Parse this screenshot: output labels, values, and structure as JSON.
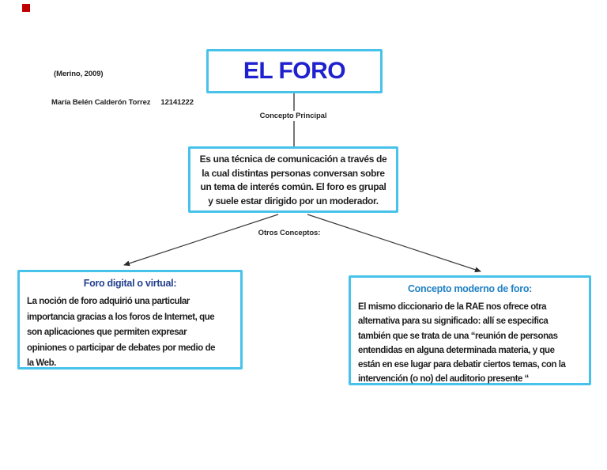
{
  "page": {
    "citation": "(Merino, 2009)",
    "author": "María Belén Calderón Torrez",
    "student_id": "12141222"
  },
  "diagram": {
    "title_box": {
      "title": "EL FORO"
    },
    "connector_label": "Concepto Principal",
    "main_box": {
      "lines": [
        "Es una técnica de comunicación a través de",
        "la cual distintas personas conversan sobre",
        "un tema de interés común. El foro es grupal",
        "y suele estar dirigido por un moderador."
      ]
    },
    "branch_label": "Otros Conceptos:",
    "left_box": {
      "heading": "Foro digital o virtual:",
      "lines": [
        "La noción de foro adquirió una particular",
        "importancia gracias a los foros de Internet, que",
        "son aplicaciones que permiten expresar",
        "opiniones o participar de debates por medio de",
        "la Web."
      ]
    },
    "right_box": {
      "heading": "Concepto moderno de foro:",
      "lines": [
        "El mismo diccionario de la RAE nos ofrece otra",
        "alternativa para su significado: allí se especifica",
        "también que se trata de una “reunión de personas",
        "entendidas en alguna determinada materia, y que",
        "están en ese lugar para debatir ciertos temas, con la",
        "intervención (o no) del auditorio presente “"
      ]
    },
    "colors": {
      "box_border": "#47c2ea",
      "title_text": "#2021ce",
      "left_heading": "#24418f",
      "right_heading": "#2181c4",
      "body_text": "#1f1f1f",
      "connector_line": "#3c3c3c",
      "corner_marker": "#c00000"
    }
  }
}
